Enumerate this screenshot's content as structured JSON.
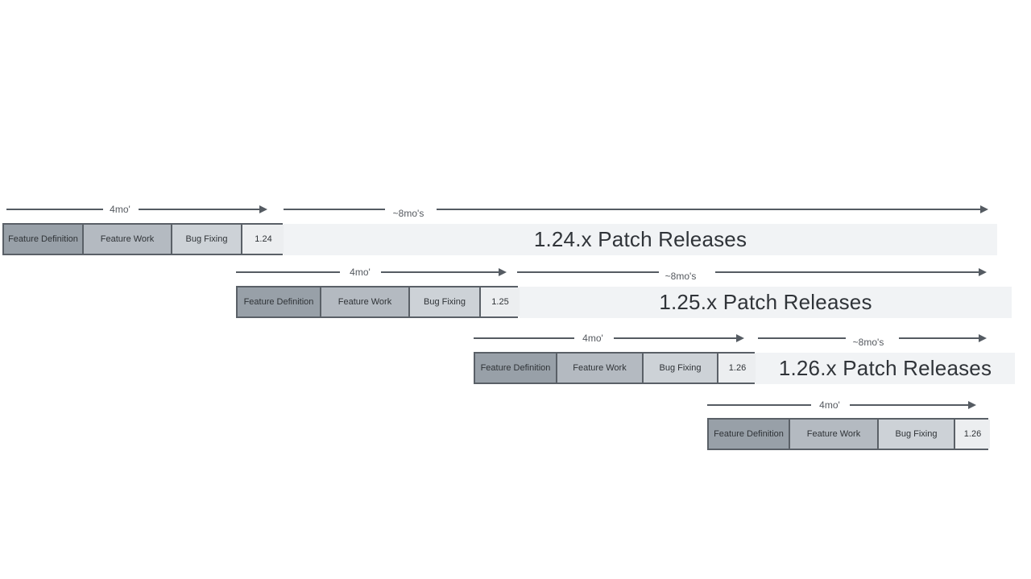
{
  "diagram": {
    "description": "Release cadence timeline diagram with staggered release cycles",
    "rows": [
      {
        "version_label": "1.24",
        "dev_arrow_label": "4mo'",
        "patch_arrow_label": "~8mo's",
        "phases": {
          "definition": "Feature Definition",
          "work": "Feature Work",
          "fixing": "Bug Fixing"
        },
        "patch_bar_text": "1.24.x Patch Releases"
      },
      {
        "version_label": "1.25",
        "dev_arrow_label": "4mo'",
        "patch_arrow_label": "~8mo's",
        "phases": {
          "definition": "Feature Definition",
          "work": "Feature Work",
          "fixing": "Bug Fixing"
        },
        "patch_bar_text": "1.25.x Patch Releases"
      },
      {
        "version_label": "1.26",
        "dev_arrow_label": "4mo'",
        "patch_arrow_label": "~8mo's",
        "phases": {
          "definition": "Feature Definition",
          "work": "Feature Work",
          "fixing": "Bug Fixing"
        },
        "patch_bar_text": "1.26.x Patch Releases"
      },
      {
        "version_label": "1.26",
        "dev_arrow_label": "4mo'",
        "phases": {
          "definition": "Feature Definition",
          "work": "Feature Work",
          "fixing": "Bug Fixing"
        }
      }
    ],
    "colors": {
      "feature_definition_fill": "#98A0A8",
      "feature_work_fill": "#B4BAC1",
      "bug_fixing_fill": "#CDD2D7",
      "version_fill": "#ECEEF0",
      "patch_bar_fill": "#F1F3F5",
      "box_border": "#5A6067",
      "arrow": "#555B62",
      "label_text": "#54585E",
      "box_text": "#2F3337",
      "patch_text": "#303439"
    }
  }
}
